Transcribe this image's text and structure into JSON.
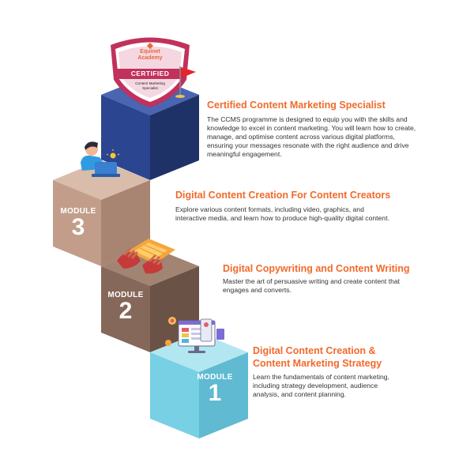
{
  "badge": {
    "brand_line1": "Equinet",
    "brand_line2": "Academy",
    "ribbon": "CERTIFIED",
    "subtitle_line1": "Content Marketing",
    "subtitle_line2": "Specialist"
  },
  "steps": [
    {
      "title": "Certified Content Marketing Specialist",
      "description": "The CCMS programme is designed to equip you with the skills and knowledge to excel in content marketing. You will learn how to create, manage, and optimise content across various digital platforms, ensuring your messages resonate with the right audience and drive meaningful engagement."
    },
    {
      "module_label": "MODULE",
      "module_number": "3",
      "title": "Digital Content Creation For Content Creators",
      "description": "Explore various content formats, including video, graphics, and interactive media, and learn how to produce high-quality digital content."
    },
    {
      "module_label": "MODULE",
      "module_number": "2",
      "title": "Digital Copywriting and Content Writing",
      "description": "Master the art of persuasive writing and create content that engages and converts."
    },
    {
      "module_label": "MODULE",
      "module_number": "1",
      "title": "Digital Content Creation & Content Marketing Strategy",
      "description": "Learn the fundamentals of content marketing, including strategy development, audience analysis, and content planning."
    }
  ],
  "colors": {
    "accent": "#f26a2b",
    "cube_top": "#2c4590",
    "cube_3": "#c29e8a",
    "cube_2": "#86685a",
    "cube_1": "#78d0e4",
    "badge": "#c2305c"
  },
  "icons": [
    "flag-icon",
    "person-at-laptop-icon",
    "hands-typing-keyboard-icon",
    "monitor-dashboard-icon"
  ]
}
